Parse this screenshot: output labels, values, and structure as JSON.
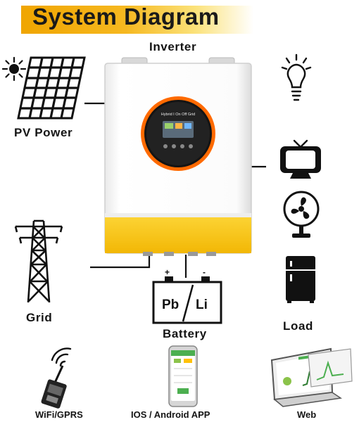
{
  "title": "System Diagram",
  "components": {
    "inverter": "Inverter",
    "inverter_screen": "Hybrid I On Off Grid",
    "pv": "PV Power",
    "grid": "Grid",
    "battery": "Battery",
    "battery_types": [
      "Pb",
      "Li"
    ],
    "battery_terminals": [
      "+",
      "-"
    ],
    "load": "Load"
  },
  "monitoring": [
    "WiFi/GPRS",
    "IOS / Android APP",
    "Web"
  ],
  "icons": [
    "sun-icon",
    "solar-panel-icon",
    "transmission-tower-icon",
    "bulb-icon",
    "tv-icon",
    "fan-icon",
    "fridge-icon",
    "wifi-module-icon",
    "phone-icon",
    "laptop-icon"
  ],
  "colors": {
    "banner": "#f0a500",
    "inverter_band": "#f7c51b",
    "ring": "#ff6a00",
    "wire": "#111111"
  }
}
